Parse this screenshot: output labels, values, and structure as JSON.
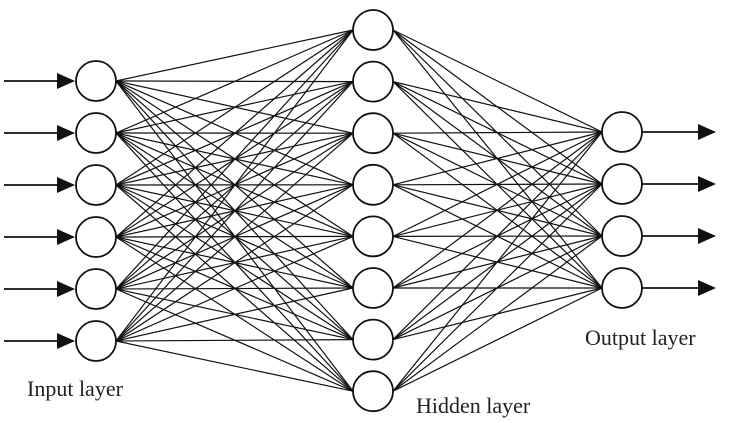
{
  "labels": {
    "input": "Input layer",
    "hidden": "Hidden layer",
    "output": "Output layer"
  },
  "network": {
    "input_nodes": 6,
    "hidden_nodes": 8,
    "output_nodes": 4,
    "fully_connected": true,
    "input_arrows": true,
    "output_arrows": true
  },
  "colors": {
    "stroke": "#111111",
    "node_fill": "#ffffff",
    "background": "#ffffff"
  }
}
